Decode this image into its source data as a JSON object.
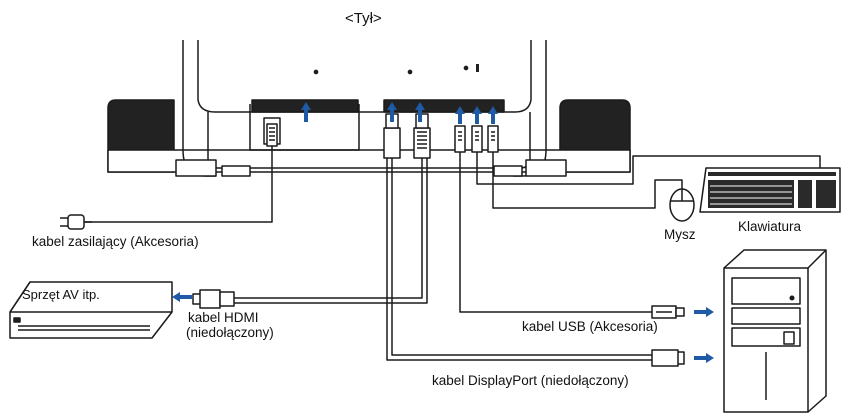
{
  "title": "<Tył>",
  "labels": {
    "power_cable": "kabel zasilający (Akcesoria)",
    "av_device": "Sprzęt AV itp.",
    "hdmi_line1": "kabel HDMI",
    "hdmi_line2": "(niedołączony)",
    "mouse": "Mysz",
    "keyboard": "Klawiatura",
    "usb_cable": "kabel USB (Akcesoria)",
    "displayport_cable": "kabel DisplayPort (niedołączony)"
  },
  "colors": {
    "line": "#1a1a1a",
    "arrow": "#1f5aa6",
    "fill_dark": "#2a2a2a"
  }
}
